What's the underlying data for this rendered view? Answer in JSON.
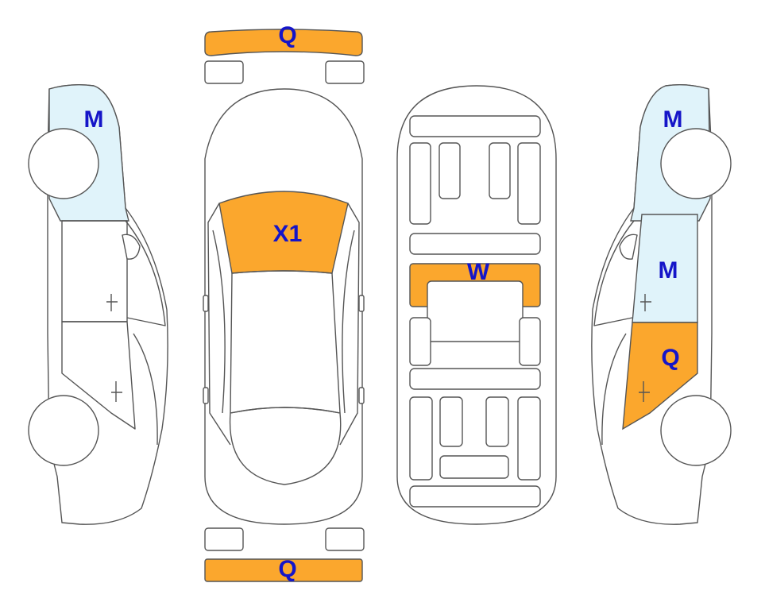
{
  "colors": {
    "damage_orange": "#FBA72D",
    "damage_light_blue": "#E0F3FA",
    "label_blue": "#1515C8",
    "outline": "#555555"
  },
  "zones": {
    "front_bumper": {
      "code": "Q",
      "color": "orange"
    },
    "windshield": {
      "code": "X1",
      "color": "orange"
    },
    "roof_panel": {
      "code": "W",
      "color": "orange"
    },
    "rear_bumper": {
      "code": "Q",
      "color": "orange"
    },
    "left_front_fender": {
      "code": "M",
      "color": "light_blue"
    },
    "right_front_fender": {
      "code": "M",
      "color": "light_blue"
    },
    "right_front_door": {
      "code": "M",
      "color": "light_blue"
    },
    "right_rear_door": {
      "code": "Q",
      "color": "orange"
    }
  }
}
